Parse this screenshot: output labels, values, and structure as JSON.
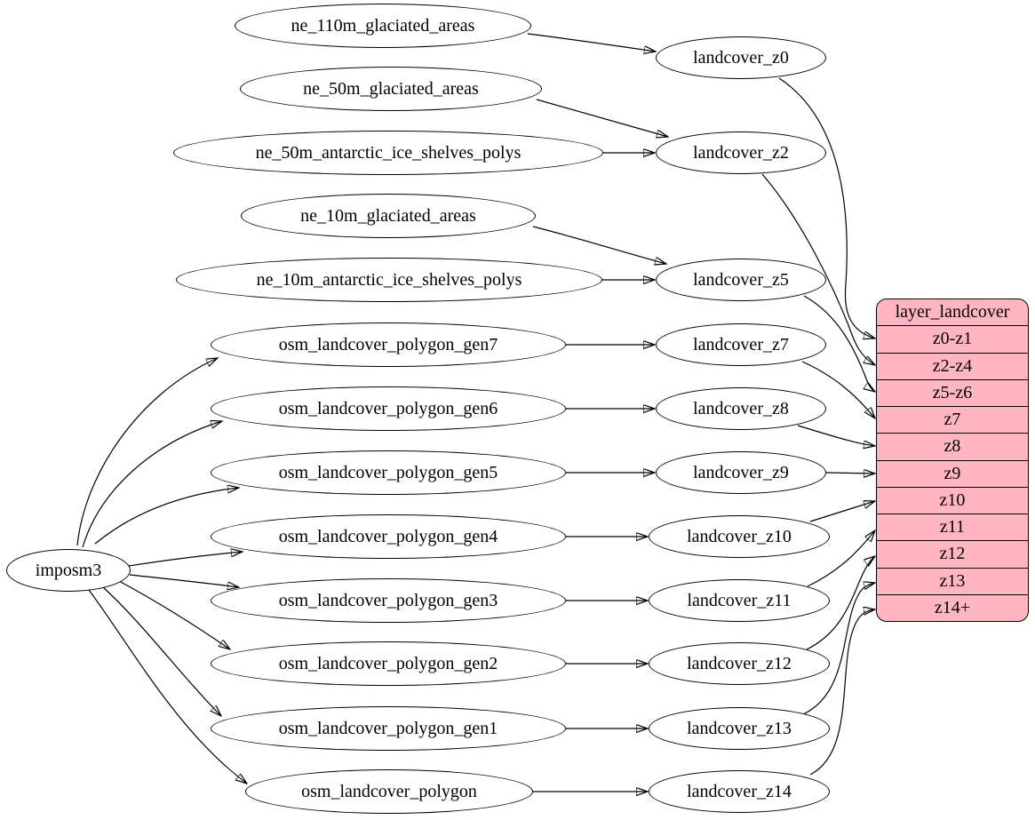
{
  "diagram": {
    "root": {
      "label": "imposm3"
    },
    "sources": [
      {
        "label": "ne_110m_glaciated_areas"
      },
      {
        "label": "ne_50m_glaciated_areas"
      },
      {
        "label": "ne_50m_antarctic_ice_shelves_polys"
      },
      {
        "label": "ne_10m_glaciated_areas"
      },
      {
        "label": "ne_10m_antarctic_ice_shelves_polys"
      },
      {
        "label": "osm_landcover_polygon_gen7"
      },
      {
        "label": "osm_landcover_polygon_gen6"
      },
      {
        "label": "osm_landcover_polygon_gen5"
      },
      {
        "label": "osm_landcover_polygon_gen4"
      },
      {
        "label": "osm_landcover_polygon_gen3"
      },
      {
        "label": "osm_landcover_polygon_gen2"
      },
      {
        "label": "osm_landcover_polygon_gen1"
      },
      {
        "label": "osm_landcover_polygon"
      }
    ],
    "generalized": [
      {
        "label": "landcover_z0"
      },
      {
        "label": "landcover_z2"
      },
      {
        "label": "landcover_z5"
      },
      {
        "label": "landcover_z7"
      },
      {
        "label": "landcover_z8"
      },
      {
        "label": "landcover_z9"
      },
      {
        "label": "landcover_z10"
      },
      {
        "label": "landcover_z11"
      },
      {
        "label": "landcover_z12"
      },
      {
        "label": "landcover_z13"
      },
      {
        "label": "landcover_z14"
      }
    ],
    "layer": {
      "title": "layer_landcover",
      "rows": [
        "z0-z1",
        "z2-z4",
        "z5-z6",
        "z7",
        "z8",
        "z9",
        "z10",
        "z11",
        "z12",
        "z13",
        "z14+"
      ],
      "fill": "#ffb6c1"
    },
    "edges": [
      {
        "from": "imposm3",
        "to": "osm_landcover_polygon_gen7"
      },
      {
        "from": "imposm3",
        "to": "osm_landcover_polygon_gen6"
      },
      {
        "from": "imposm3",
        "to": "osm_landcover_polygon_gen5"
      },
      {
        "from": "imposm3",
        "to": "osm_landcover_polygon_gen4"
      },
      {
        "from": "imposm3",
        "to": "osm_landcover_polygon_gen3"
      },
      {
        "from": "imposm3",
        "to": "osm_landcover_polygon_gen2"
      },
      {
        "from": "imposm3",
        "to": "osm_landcover_polygon_gen1"
      },
      {
        "from": "imposm3",
        "to": "osm_landcover_polygon"
      },
      {
        "from": "ne_110m_glaciated_areas",
        "to": "landcover_z0"
      },
      {
        "from": "ne_50m_glaciated_areas",
        "to": "landcover_z2"
      },
      {
        "from": "ne_50m_antarctic_ice_shelves_polys",
        "to": "landcover_z2"
      },
      {
        "from": "ne_10m_glaciated_areas",
        "to": "landcover_z5"
      },
      {
        "from": "ne_10m_antarctic_ice_shelves_polys",
        "to": "landcover_z5"
      },
      {
        "from": "osm_landcover_polygon_gen7",
        "to": "landcover_z7"
      },
      {
        "from": "osm_landcover_polygon_gen6",
        "to": "landcover_z8"
      },
      {
        "from": "osm_landcover_polygon_gen5",
        "to": "landcover_z9"
      },
      {
        "from": "osm_landcover_polygon_gen4",
        "to": "landcover_z10"
      },
      {
        "from": "osm_landcover_polygon_gen3",
        "to": "landcover_z11"
      },
      {
        "from": "osm_landcover_polygon_gen2",
        "to": "landcover_z12"
      },
      {
        "from": "osm_landcover_polygon_gen1",
        "to": "landcover_z13"
      },
      {
        "from": "osm_landcover_polygon",
        "to": "landcover_z14"
      },
      {
        "from": "landcover_z0",
        "to": "layer_landcover.z0-z1"
      },
      {
        "from": "landcover_z2",
        "to": "layer_landcover.z2-z4"
      },
      {
        "from": "landcover_z5",
        "to": "layer_landcover.z5-z6"
      },
      {
        "from": "landcover_z7",
        "to": "layer_landcover.z7"
      },
      {
        "from": "landcover_z8",
        "to": "layer_landcover.z8"
      },
      {
        "from": "landcover_z9",
        "to": "layer_landcover.z9"
      },
      {
        "from": "landcover_z10",
        "to": "layer_landcover.z10"
      },
      {
        "from": "landcover_z11",
        "to": "layer_landcover.z11"
      },
      {
        "from": "landcover_z12",
        "to": "layer_landcover.z12"
      },
      {
        "from": "landcover_z13",
        "to": "layer_landcover.z13"
      },
      {
        "from": "landcover_z14",
        "to": "layer_landcover.z14+"
      }
    ]
  }
}
